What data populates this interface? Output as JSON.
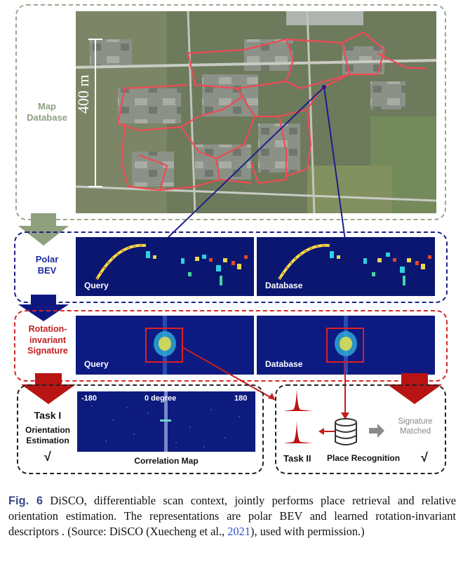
{
  "map": {
    "label_line1": "Map",
    "label_line2": "Database",
    "scale": "400 m",
    "colors": {
      "route": "#ef4a55",
      "frame": "#9aa990"
    }
  },
  "polar": {
    "label_line1": "Polar",
    "label_line2": "BEV",
    "query_label": "Query",
    "database_label": "Database",
    "colors": {
      "frame": "#1c1f8a",
      "label": "#1c2aa0"
    }
  },
  "signature": {
    "label_line1": "Rotation-",
    "label_line2": "invariant",
    "label_line3": "Signature",
    "query_label": "Query",
    "database_label": "Database",
    "colors": {
      "frame": "#d42a2a",
      "label": "#c21f1f"
    }
  },
  "task1": {
    "title": "Task I",
    "line2": "Orientation",
    "line3": "Estimation",
    "check": "√",
    "tick_left": "-180",
    "tick_center": "0 degree",
    "tick_right": "180",
    "map_label": "Correlation Map"
  },
  "task2": {
    "title": "Task II",
    "name": "Place Recognition",
    "check": "√",
    "matched_line1": "Signature",
    "matched_line2": "Matched",
    "icons": [
      "peak-icon",
      "database-icon",
      "arrow-right-icon"
    ]
  },
  "caption": {
    "fig": "Fig. 6",
    "text_before": "DiSCO, differentiable scan context, jointly performs place retrieval and relative orientation estimation. The representations are polar BEV and learned rotation-invariant descriptors . (Source: DiSCO (Xuecheng et al., ",
    "year": "2021",
    "text_after": "), used with permission.)"
  }
}
